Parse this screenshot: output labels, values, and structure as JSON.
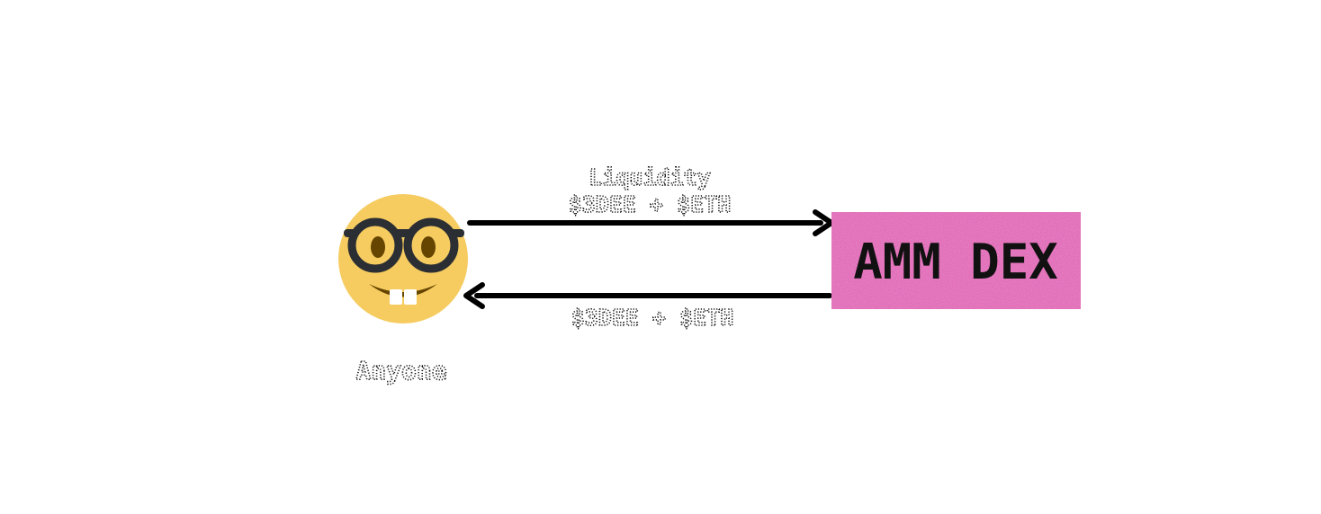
{
  "actor": {
    "label": "Anyone",
    "icon": "nerd-face-icon"
  },
  "dex": {
    "label": "AMM DEX",
    "color": "#e058b4"
  },
  "arrow_to_dex": {
    "line1": "Liquidity",
    "line2": "$3DEE + $ETH"
  },
  "arrow_to_actor": {
    "label": "$3DEE + $ETH"
  }
}
